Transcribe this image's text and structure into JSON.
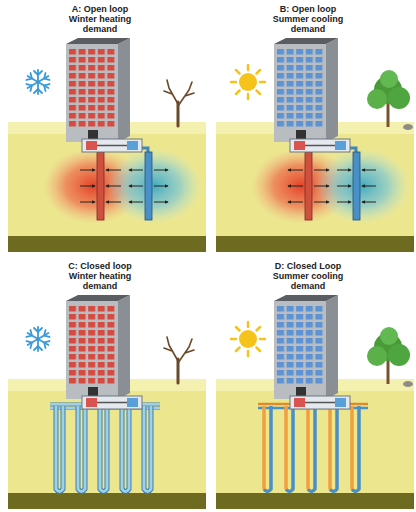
{
  "diagram": {
    "labels": [
      "A: Open loop Winter heating demand",
      "B: Open loop Summer cooling demand",
      "C: Closed loop Winter heating demand",
      "D: Closed Loop Summer cooling demand"
    ]
  }
}
